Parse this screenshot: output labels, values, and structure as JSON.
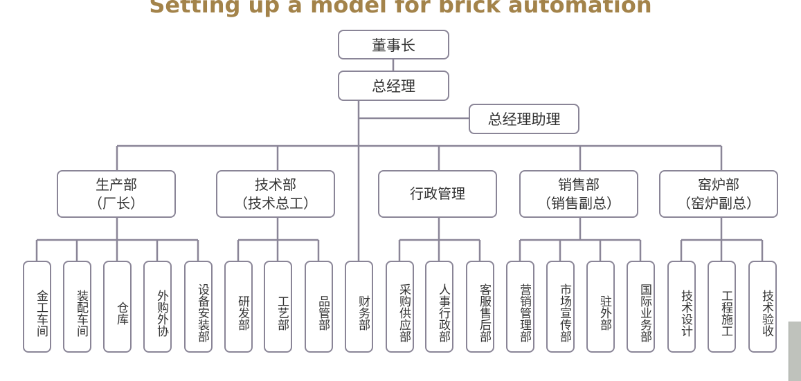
{
  "title": "Setting up a model for brick automation",
  "chairman": "董事长",
  "gm": "总经理",
  "assistant": "总经理助理",
  "departments": [
    {
      "line1": "生产部",
      "line2": "（厂长）"
    },
    {
      "line1": "技术部",
      "line2": "（技术总工）"
    },
    {
      "line1": "行政管理",
      "line2": ""
    },
    {
      "line1": "销售部",
      "line2": "（销售副总）"
    },
    {
      "line1": "窑炉部",
      "line2": "（窑炉副总）"
    }
  ],
  "units": [
    "金工车间",
    "装配车间",
    "仓库",
    "外购外协",
    "设备安装部",
    "研发部",
    "工艺部",
    "品管部",
    "财务部",
    "采购供应部",
    "人事行政部",
    "客服售后部",
    "营销管理部",
    "市场宣传部",
    "驻外部",
    "国际业务部",
    "技术设计",
    "工程施工",
    "技术验收"
  ],
  "colors": {
    "title": "#a3834a",
    "border": "#8a8597",
    "line": "#8a8597",
    "text": "#333333"
  }
}
